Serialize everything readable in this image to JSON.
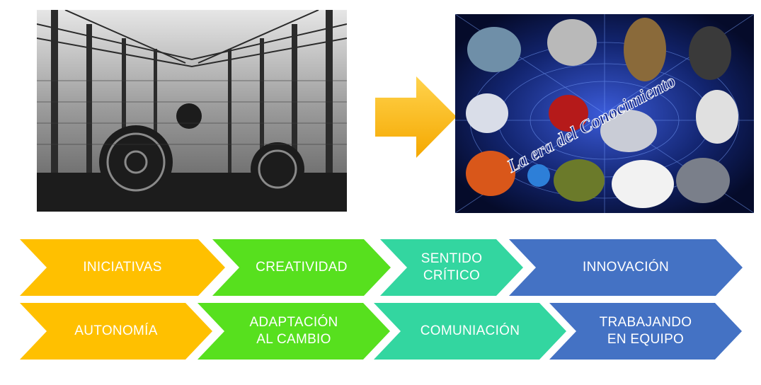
{
  "images": {
    "factory": "industrial-factory-engraving",
    "knowledge": "knowledge-era-collage",
    "knowledge_title": "La era del Conocimiento"
  },
  "arrow_color": "#ffc000",
  "rows": [
    [
      {
        "label": "INICIATIVAS",
        "color": "#ffc000"
      },
      {
        "label": "CREATIVIDAD",
        "color": "#57e01e"
      },
      {
        "label": "SENTIDO\nCRÍTICO",
        "color": "#33d6a0"
      },
      {
        "label": "INNOVACIÓN",
        "color": "#4472c4"
      }
    ],
    [
      {
        "label": "AUTONOMÍA",
        "color": "#ffc000"
      },
      {
        "label": "ADAPTACIÓN\nAL CAMBIO",
        "color": "#57e01e"
      },
      {
        "label": "COMUNIACIÓN",
        "color": "#33d6a0"
      },
      {
        "label": "TRABAJANDO\nEN EQUIPO",
        "color": "#4472c4"
      }
    ]
  ]
}
